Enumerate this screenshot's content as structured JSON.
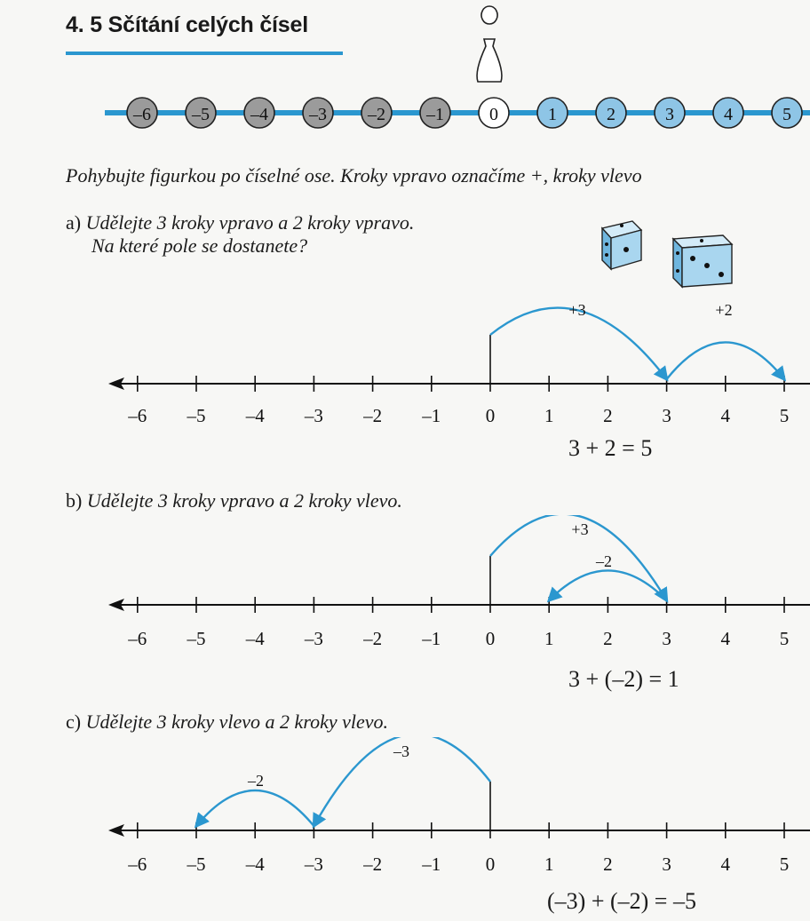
{
  "heading": {
    "title": "4. 5 Sčítání celých čísel"
  },
  "board": {
    "tokens": [
      "–6",
      "–5",
      "–4",
      "–3",
      "–2",
      "–1",
      "0",
      "1",
      "2",
      "3",
      "4",
      "5"
    ]
  },
  "intro": "Pohybujte figurkou po číselné ose. Kroky vpravo označíme +, kroky vlevo",
  "tasks": {
    "a": {
      "label": "a)",
      "line1": "Udělejte 3 kroky vpravo a 2 kroky vpravo.",
      "line2": "Na které pole se dostanete?",
      "jumps": [
        "+3",
        "+2"
      ],
      "equation": "3 + 2 = 5"
    },
    "b": {
      "label": "b)",
      "line1": "Udělejte 3 kroky vpravo a 2 kroky vlevo.",
      "jumps": [
        "+3",
        "–2"
      ],
      "equation": "3 + (–2) = 1"
    },
    "c": {
      "label": "c)",
      "line1": "Udělejte 3 kroky vlevo a 2 kroky vlevo.",
      "jumps": [
        "–3",
        "–2"
      ],
      "equation": "(–3) + (–2) = –5"
    }
  },
  "axis": {
    "ticks": [
      "–6",
      "–5",
      "–4",
      "–3",
      "–2",
      "–1",
      "0",
      "1",
      "2",
      "3",
      "4",
      "5"
    ]
  },
  "colors": {
    "accent": "#2b97cf",
    "token_negative": "#9b9b9b",
    "token_positive": "#8ec5e6",
    "dice": "#a9d6ef"
  }
}
